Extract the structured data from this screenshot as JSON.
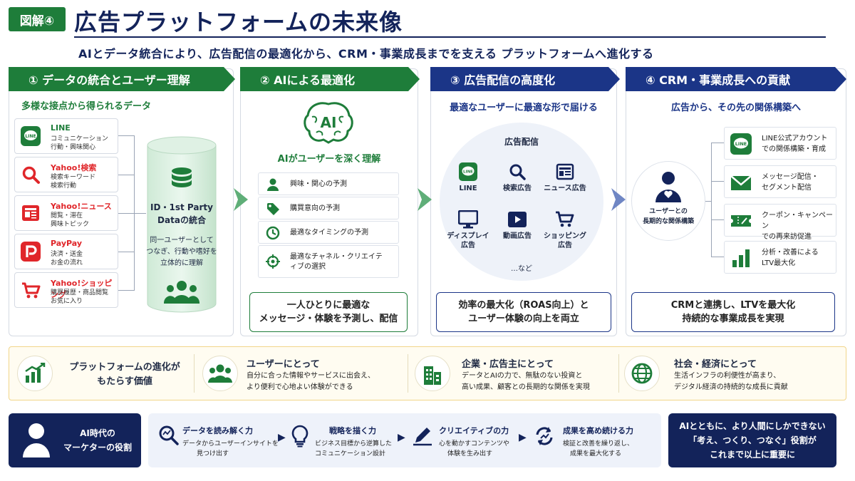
{
  "header": {
    "tag": "図解④",
    "title": "広告プラットフォームの未来像",
    "subtitle": "AIとデータ統合により、広告配信の最適化から、CRM・事業成長までを支える プラットフォームへ進化する"
  },
  "colors": {
    "green": "#1e7d3a",
    "navy": "#1b3587",
    "dark_navy": "#13235a",
    "red": "#e0262a"
  },
  "col1": {
    "banner": "① データの統合とユーザー理解",
    "lead": "多様な接点から得られるデータ",
    "sources": [
      {
        "name": "LINE",
        "lines": [
          "コミュニケーション",
          "行動・興味関心"
        ],
        "icon": "line-icon"
      },
      {
        "name": "Yahoo!検索",
        "lines": [
          "検索キーワード",
          "検索行動"
        ],
        "icon": "search-icon"
      },
      {
        "name": "Yahoo!ニュース",
        "lines": [
          "閲覧・滞在",
          "興味トピック"
        ],
        "icon": "news-icon"
      },
      {
        "name": "PayPay",
        "lines": [
          "決済・送金",
          "お金の流れ"
        ],
        "icon": "paypay-icon"
      },
      {
        "name": "Yahoo!ショッピング",
        "lines": [
          "購買履歴・商品閲覧",
          "お気に入り"
        ],
        "icon": "cart-icon"
      }
    ],
    "cylinder_title": [
      "ID・1st Party",
      "Dataの統合"
    ],
    "cylinder_desc": [
      "同一ユーザーとして",
      "つなぎ、行動や嗜好を",
      "立体的に理解"
    ]
  },
  "col2": {
    "banner": "② AIによる最適化",
    "ai_label": "AI",
    "lead": "AIがユーザーを深く理解",
    "features": [
      {
        "lines": [
          "興味・関心の予測"
        ],
        "icon": "person-icon"
      },
      {
        "lines": [
          "購買意向の予測"
        ],
        "icon": "tag-icon"
      },
      {
        "lines": [
          "最適なタイミングの予測"
        ],
        "icon": "clock-icon"
      },
      {
        "lines": [
          "最適なチャネル・クリエイテ",
          "ィブの選択"
        ],
        "icon": "target-icon"
      }
    ],
    "result": [
      "一人ひとりに最適な",
      "メッセージ・体験を予測し、配信"
    ]
  },
  "col3": {
    "banner": "③ 広告配信の高度化",
    "lead": "最適なユーザーに最適な形で届ける",
    "circle_title": "広告配信",
    "channels": [
      {
        "lines": [
          "LINE"
        ],
        "icon": "line-icon"
      },
      {
        "lines": [
          "検索広告"
        ],
        "icon": "search-icon"
      },
      {
        "lines": [
          "ニュース広告"
        ],
        "icon": "news-icon"
      },
      {
        "lines": [
          "ディスプレイ",
          "広告"
        ],
        "icon": "monitor-icon"
      },
      {
        "lines": [
          "動画広告"
        ],
        "icon": "video-icon"
      },
      {
        "lines": [
          "ショッピング",
          "広告"
        ],
        "icon": "cart-icon"
      }
    ],
    "etc": "…など",
    "result": [
      "効率の最大化（ROAS向上）と",
      "ユーザー体験の向上を両立"
    ]
  },
  "col4": {
    "banner": "④ CRM・事業成長への貢献",
    "lead": "広告から、その先の関係構築へ",
    "user": [
      "ユーザーとの",
      "長期的な関係構築"
    ],
    "items": [
      {
        "lines": [
          "LINE公式アカウント",
          "での関係構築・育成"
        ],
        "icon": "line-icon"
      },
      {
        "lines": [
          "メッセージ配信・",
          "セグメント配信"
        ],
        "icon": "mail-icon"
      },
      {
        "lines": [
          "クーポン・キャンペーン",
          "での再来訪促進"
        ],
        "icon": "coupon-icon"
      },
      {
        "lines": [
          "分析・改善による",
          "LTV最大化"
        ],
        "icon": "bar-chart-icon"
      }
    ],
    "result": [
      "CRMと連携し、LTVを最大化",
      "持続的な事業成長を実現"
    ]
  },
  "values": {
    "label": [
      "プラットフォームの進化が",
      "もたらす価値"
    ],
    "items": [
      {
        "title": "ユーザーにとって",
        "lines": [
          "自分に合った情報やサービスに出会え、",
          "より便利で心地よい体験ができる"
        ],
        "icon": "people-icon"
      },
      {
        "title": "企業・広告主にとって",
        "lines": [
          "データとAIの力で、無駄のない投資と",
          "高い成果、顧客との長期的な関係を実現"
        ],
        "icon": "building-icon"
      },
      {
        "title": "社会・経済にとって",
        "lines": [
          "生活インフラの利便性が高まり、",
          "デジタル経済の持続的な成長に貢献"
        ],
        "icon": "globe-icon"
      }
    ]
  },
  "bottom": {
    "role": [
      "AI時代の",
      "マーケターの役割"
    ],
    "steps": [
      {
        "title": "データを読み解く力",
        "lines": [
          "データからユーザーインサイトを",
          "見つけ出す"
        ],
        "icon": "magnifier-icon"
      },
      {
        "title": "戦略を描く力",
        "lines": [
          "ビジネス目標から逆算した",
          "コミュニケーション設計"
        ],
        "icon": "bulb-icon"
      },
      {
        "title": "クリエイティブの力",
        "lines": [
          "心を動かすコンテンツや",
          "体験を生み出す"
        ],
        "icon": "pen-icon"
      },
      {
        "title": "成果を高め続ける力",
        "lines": [
          "検証と改善を繰り返し、",
          "成果を最大化する"
        ],
        "icon": "cycle-icon"
      }
    ],
    "final": [
      "AIとともに、より人間にしかできない",
      "「考え、つくり、つなぐ」役割が",
      "これまで以上に重要に"
    ]
  }
}
